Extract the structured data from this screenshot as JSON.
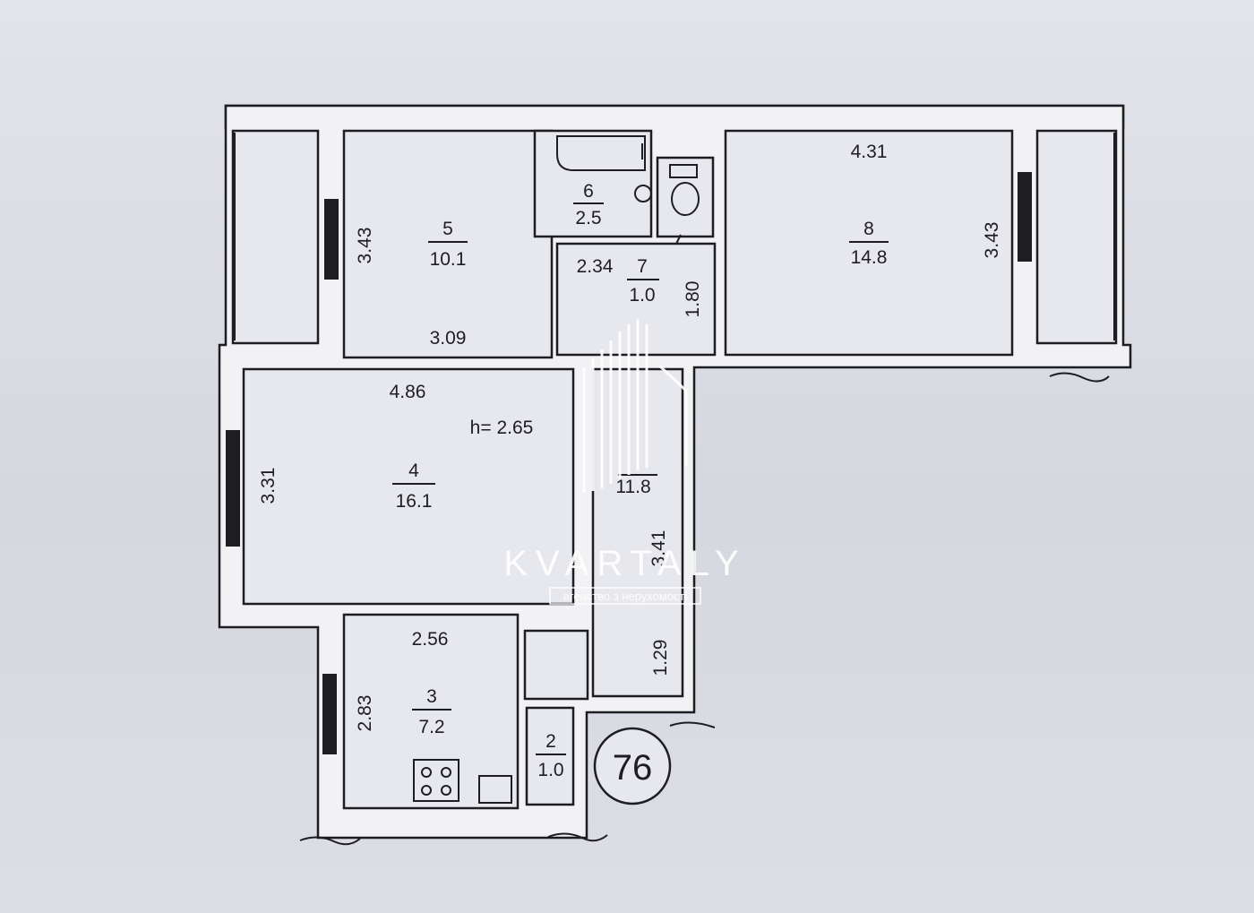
{
  "plan": {
    "apartment_number": "76",
    "ceiling_height": "h= 2.65",
    "rooms": [
      {
        "number": "2",
        "area": "1.0"
      },
      {
        "number": "3",
        "area": "7.2"
      },
      {
        "number": "4",
        "area": "16.1"
      },
      {
        "number": "5",
        "area": "10.1"
      },
      {
        "number": "6",
        "area": "2.5"
      },
      {
        "number": "7",
        "area": "1.0"
      },
      {
        "number": "8",
        "area": "14.8"
      },
      {
        "number": "",
        "area": "11.8"
      }
    ],
    "dimensions": {
      "room5_height": "3.43",
      "room5_width": "3.09",
      "room7_width": "2.34",
      "room7_height": "1.80",
      "room8_width": "4.31",
      "room8_height": "3.43",
      "room4_width": "4.86",
      "room4_height": "3.31",
      "room3_width": "2.56",
      "room3_height": "2.83",
      "hall_width": "1.29",
      "hall_length": "3.41"
    }
  },
  "watermark": {
    "brand": "KVARTALY",
    "tagline": "агенство з нерухомості"
  },
  "colors": {
    "line": "#1d1d22",
    "paper": "#e2e4ea",
    "watermark": "#ffffff"
  }
}
